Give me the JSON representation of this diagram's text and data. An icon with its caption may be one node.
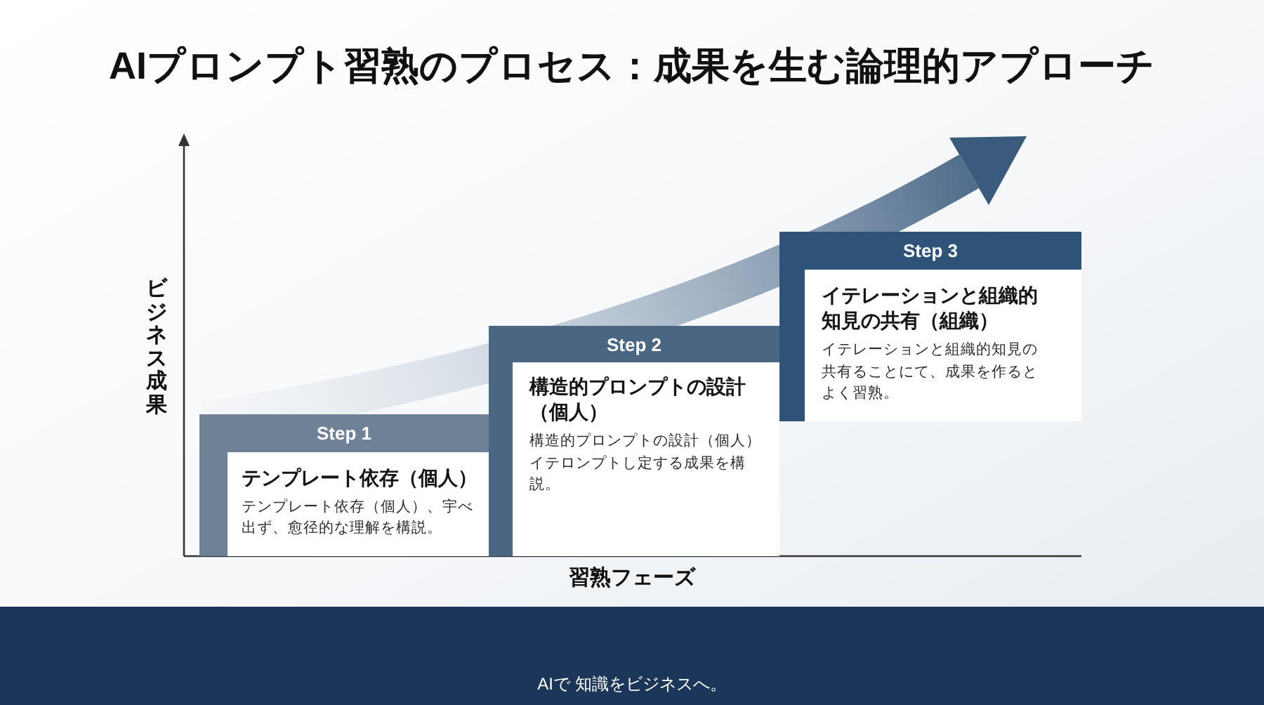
{
  "diagram": {
    "title": "AIプロンプト習熟のプロセス：成果を生む論理的アプローチ",
    "nodes": [
      {
        "text": [
          "Step 1",
          "テンプレート依存（個人）",
          "テンプレート依存（個人）、宇べ出ず、愈径的な理解を構説。"
        ]
      },
      {
        "text": [
          "Step 2",
          "構造的プロンプトの設計（個人）",
          "構造的プロンプトの設計（個人）イテロンプトし定する成果を構説。"
        ]
      },
      {
        "text": [
          "Step 3",
          "イテレーションと組織的知見の共有（組織）",
          "イテレーションと組織的知見の共有ることにて、成果を作るとよく習熟。"
        ]
      }
    ],
    "labels": [
      "ビジネス成果",
      "習熟フェーズ",
      "AIで 知識をビジネスへ。"
    ]
  }
}
